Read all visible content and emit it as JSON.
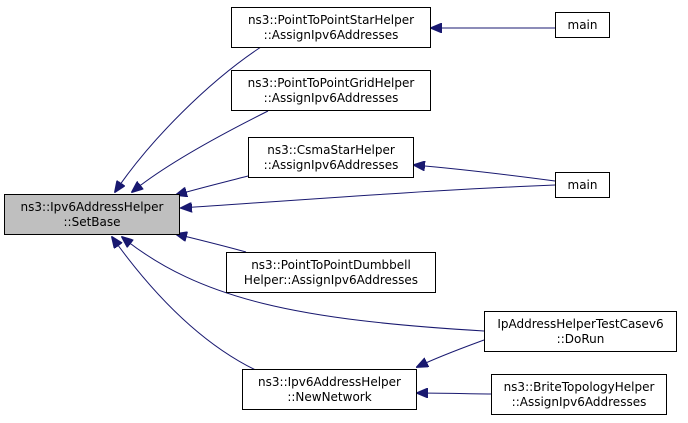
{
  "colors": {
    "edge": "#191970",
    "root_fill": "#bfbfbf",
    "node_fill": "#ffffff",
    "node_border": "#000000"
  },
  "nodes": {
    "set_base": {
      "line1": "ns3::Ipv6AddressHelper",
      "line2": "::SetBase"
    },
    "p2p_star": {
      "line1": "ns3::PointToPointStarHelper",
      "line2": "::AssignIpv6Addresses"
    },
    "p2p_grid": {
      "line1": "ns3::PointToPointGridHelper",
      "line2": "::AssignIpv6Addresses"
    },
    "csma_star": {
      "line1": "ns3::CsmaStarHelper",
      "line2": "::AssignIpv6Addresses"
    },
    "p2p_dumbbell": {
      "line1": "ns3::PointToPointDumbbell",
      "line2": "Helper::AssignIpv6Addresses"
    },
    "new_network": {
      "line1": "ns3::Ipv6AddressHelper",
      "line2": "::NewNetwork"
    },
    "main_top": {
      "line1": "main"
    },
    "main_mid": {
      "line1": "main"
    },
    "test_do_run": {
      "line1": "IpAddressHelperTestCasev6",
      "line2": "::DoRun"
    },
    "brite_helper": {
      "line1": "ns3::BriteTopologyHelper",
      "line2": "::AssignIpv6Addresses"
    }
  },
  "edges": [
    {
      "from": "p2p_star",
      "to": "set_base"
    },
    {
      "from": "p2p_grid",
      "to": "set_base"
    },
    {
      "from": "csma_star",
      "to": "set_base"
    },
    {
      "from": "main_mid",
      "to": "set_base"
    },
    {
      "from": "p2p_dumbbell",
      "to": "set_base"
    },
    {
      "from": "test_do_run",
      "to": "set_base"
    },
    {
      "from": "new_network",
      "to": "set_base"
    },
    {
      "from": "main_top",
      "to": "p2p_star"
    },
    {
      "from": "main_mid",
      "to": "csma_star"
    },
    {
      "from": "test_do_run",
      "to": "new_network"
    },
    {
      "from": "brite_helper",
      "to": "new_network"
    }
  ]
}
